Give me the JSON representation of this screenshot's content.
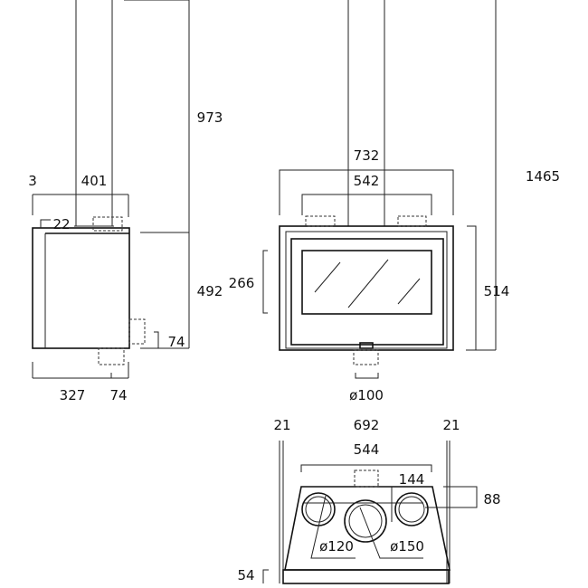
{
  "side_view": {
    "d_top": "3",
    "d_width": "401",
    "d_offset": "22",
    "d_flue_height": "973",
    "d_height": "492",
    "d_bottom_outlet": "74",
    "d_depth": "327",
    "d_rear": "74"
  },
  "front_view": {
    "d_total_height": "1465",
    "d_outer_width": "732",
    "d_outlet_spacing": "542",
    "d_glass_height": "266",
    "d_height": "514",
    "d_air_inlet": "ø100"
  },
  "top_view": {
    "d_left": "21",
    "d_width": "692",
    "d_right": "21",
    "d_outlet_spacing": "544",
    "d_center_offset": "144",
    "d_outlet_depth": "88",
    "d_small_outlet": "ø120",
    "d_main_outlet": "ø150",
    "d_base": "54"
  }
}
